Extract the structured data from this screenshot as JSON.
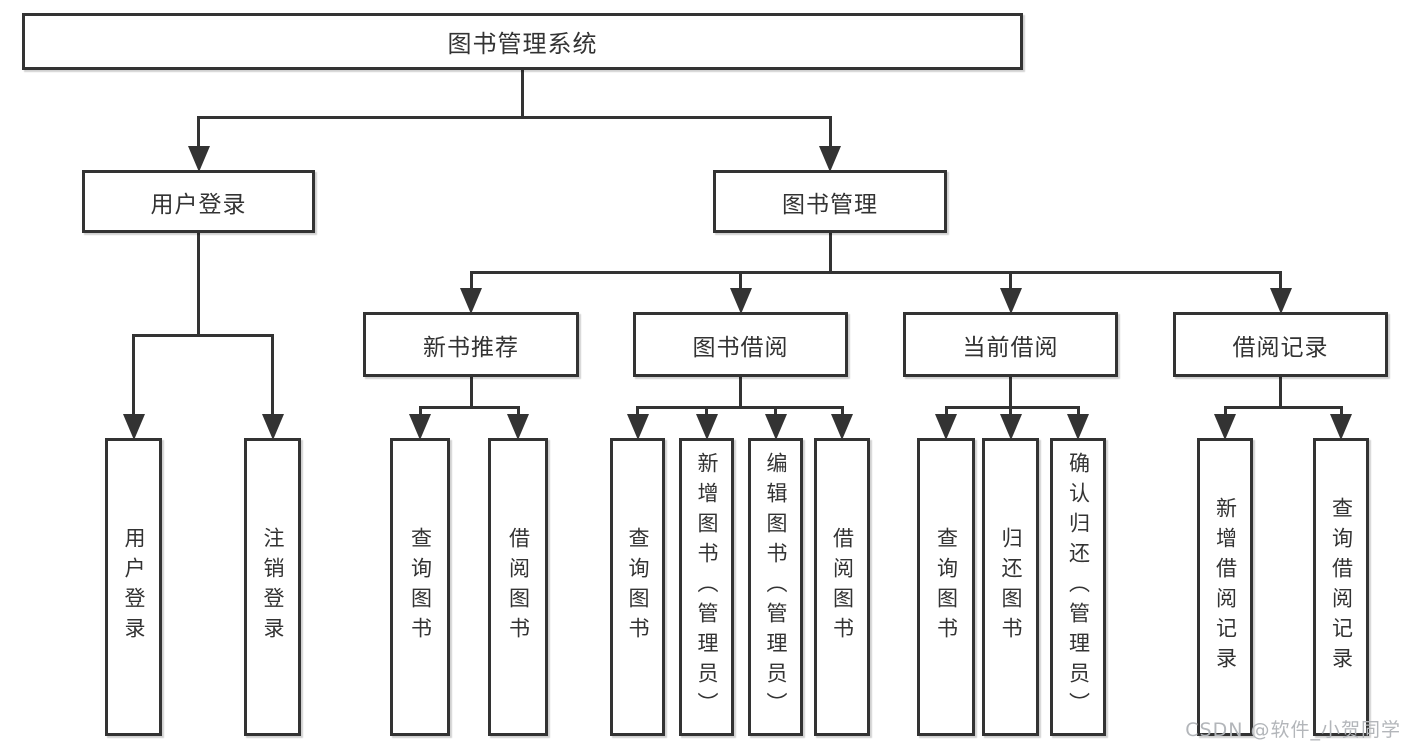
{
  "diagram": {
    "nodes": [
      {
        "id": "root",
        "label": "图书管理系统"
      },
      {
        "id": "user-login",
        "label": "用户登录"
      },
      {
        "id": "book-mgmt",
        "label": "图书管理"
      },
      {
        "id": "new-book-rec",
        "label": "新书推荐"
      },
      {
        "id": "book-borrow",
        "label": "图书借阅"
      },
      {
        "id": "current-borrow",
        "label": "当前借阅"
      },
      {
        "id": "borrow-records",
        "label": "借阅记录"
      },
      {
        "id": "user-login-leaf",
        "label": "用户登录"
      },
      {
        "id": "logout-leaf",
        "label": "注销登录"
      },
      {
        "id": "query-books-rec",
        "label": "查询图书"
      },
      {
        "id": "borrow-books-rec",
        "label": "借阅图书"
      },
      {
        "id": "query-books-borrow",
        "label": "查询图书"
      },
      {
        "id": "add-books-admin",
        "label": "新增图书（管理员）"
      },
      {
        "id": "edit-books-admin",
        "label": "编辑图书（管理员）"
      },
      {
        "id": "borrow-books-leaf",
        "label": "借阅图书"
      },
      {
        "id": "query-books-current",
        "label": "查询图书"
      },
      {
        "id": "return-books",
        "label": "归还图书"
      },
      {
        "id": "confirm-return-admin",
        "label": "确认归还（管理员）"
      },
      {
        "id": "add-borrow-record",
        "label": "新增借阅记录"
      },
      {
        "id": "query-borrow-record",
        "label": "查询借阅记录"
      }
    ],
    "edges": [
      {
        "parent": "root",
        "children": [
          "user-login",
          "book-mgmt"
        ]
      },
      {
        "parent": "user-login",
        "children": [
          "user-login-leaf",
          "logout-leaf"
        ]
      },
      {
        "parent": "book-mgmt",
        "children": [
          "new-book-rec",
          "book-borrow",
          "current-borrow",
          "borrow-records"
        ]
      },
      {
        "parent": "new-book-rec",
        "children": [
          "query-books-rec",
          "borrow-books-rec"
        ]
      },
      {
        "parent": "book-borrow",
        "children": [
          "query-books-borrow",
          "add-books-admin",
          "edit-books-admin",
          "borrow-books-leaf"
        ]
      },
      {
        "parent": "current-borrow",
        "children": [
          "query-books-current",
          "return-books",
          "confirm-return-admin"
        ]
      },
      {
        "parent": "borrow-records",
        "children": [
          "add-borrow-record",
          "query-borrow-record"
        ]
      }
    ]
  },
  "watermark": {
    "text": "CSDN @软件_小贺同学"
  },
  "colors": {
    "line": "#333333",
    "box_border": "#333333",
    "box_background": "#ffffff",
    "text": "#333333",
    "watermark": "#b3b6ba",
    "background": "#ffffff"
  }
}
